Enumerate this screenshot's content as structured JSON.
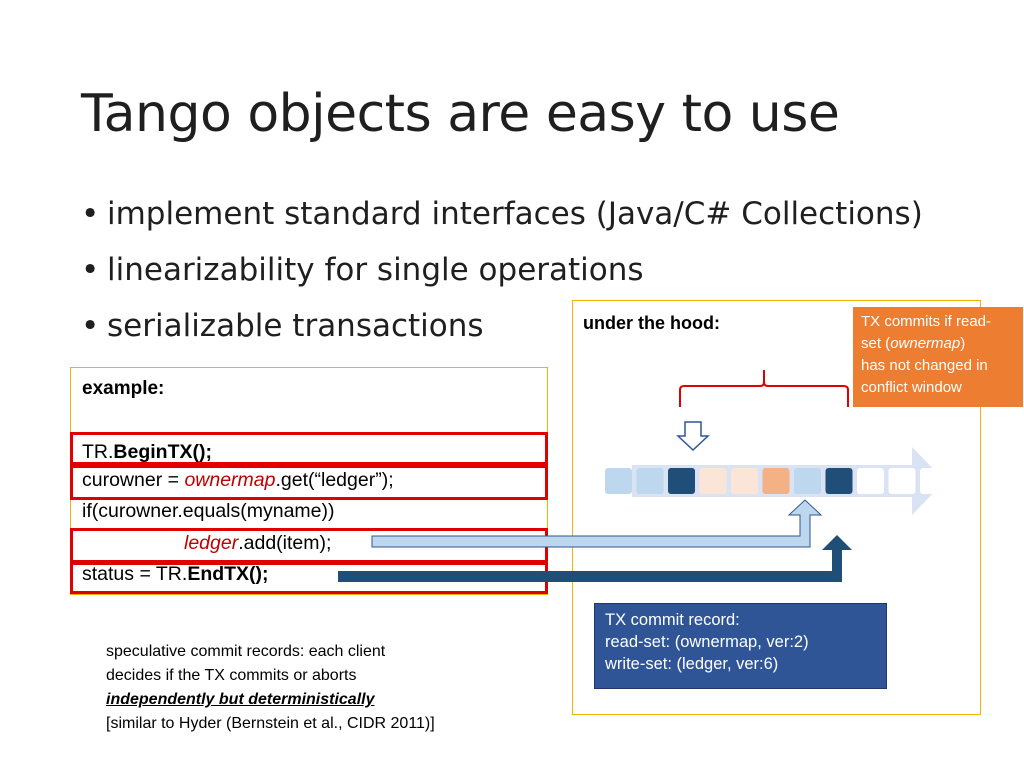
{
  "title": "Tango objects are easy to use",
  "bullets": [
    "implement standard interfaces (Java/C# Collections)",
    "linearizability for single operations",
    "serializable transactions"
  ],
  "example": {
    "label": "example:",
    "line1_prefix": "TR.",
    "line1_bold": "BeginTX();",
    "line2_prefix": "curowner = ",
    "line2_em": "ownermap",
    "line2_suffix": ".get(“ledger”);",
    "line3": "if(curowner.equals(myname))",
    "line4_em": "ledger",
    "line4_suffix": ".add(item);",
    "line5_prefix": "status = TR.",
    "line5_bold": "EndTX();"
  },
  "hood": {
    "label": "under the hood:"
  },
  "orange_note": {
    "line1": "TX commits if read-",
    "line2_prefix": "set (",
    "line2_em": "ownermap",
    "line2_suffix": ")",
    "line3": "has not changed in",
    "line4": "conflict window"
  },
  "commit_record": {
    "line1": "TX commit record:",
    "line2": "read-set: (ownermap, ver:2)",
    "line3": "write-set: (ledger, ver:6)"
  },
  "speculative": {
    "line1": "speculative commit records: each client",
    "line2": "decides if the TX commits or aborts",
    "line3": "independently but deterministically",
    "line4": "[similar to Hyder (Bernstein et al., CIDR 2011)]"
  },
  "log": {
    "cells": [
      "light",
      "light",
      "dark",
      "peach",
      "peach",
      "orange",
      "light",
      "dark",
      "white",
      "white",
      "white"
    ],
    "colors": {
      "light": "#bdd7ee",
      "dark": "#1f4e79",
      "peach": "#fbe5d6",
      "orange": "#f4b183",
      "white": "#ffffff",
      "arrow_body": "#dae3f3",
      "arrow_light": "#bdd7ee",
      "arrow_dark": "#1f4e79",
      "brace": "#e00000"
    }
  }
}
